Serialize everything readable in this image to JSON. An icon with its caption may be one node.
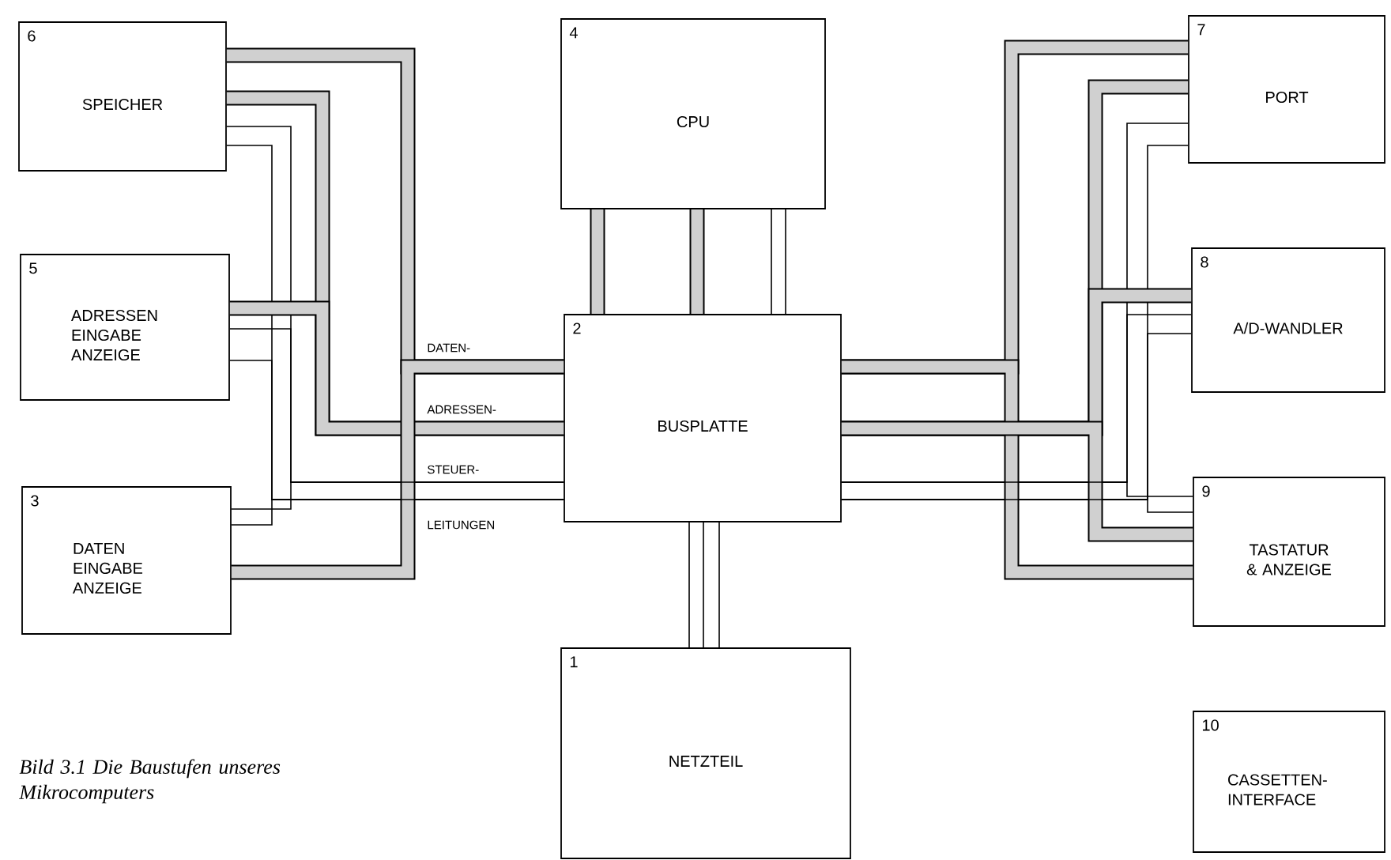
{
  "diagram": {
    "caption": "Bild 3.1 Die Baustufen unseres Mikrocomputers",
    "nodes": [
      {
        "text": [
          "6",
          "SPEICHER"
        ]
      },
      {
        "text": [
          "4",
          "CPU"
        ]
      },
      {
        "text": [
          "7",
          "PORT"
        ]
      },
      {
        "text": [
          "5",
          "ADRESSEN EINGABE ANZEIGE"
        ]
      },
      {
        "text": [
          "2",
          "BUSPLATTE"
        ]
      },
      {
        "text": [
          "8",
          "A/D-WANDLER"
        ]
      },
      {
        "text": [
          "3",
          "DATEN EINGABE ANZEIGE"
        ]
      },
      {
        "text": [
          "9",
          "TASTATUR & ANZEIGE"
        ]
      },
      {
        "text": [
          "1",
          "NETZTEIL"
        ]
      },
      {
        "text": [
          "10",
          "CASSETTEN-INTERFACE"
        ]
      }
    ],
    "edges": [
      {
        "from": 0,
        "to": 4,
        "arrow": "none",
        "style": "thick"
      },
      {
        "from": 0,
        "to": 4,
        "arrow": "none",
        "style": "thick"
      },
      {
        "from": 0,
        "to": 4,
        "arrow": "none"
      },
      {
        "from": 0,
        "to": 4,
        "arrow": "none"
      },
      {
        "from": 3,
        "to": 4,
        "arrow": "none",
        "style": "thick"
      },
      {
        "from": 3,
        "to": 4,
        "arrow": "none"
      },
      {
        "from": 3,
        "to": 4,
        "arrow": "none"
      },
      {
        "from": 6,
        "to": 4,
        "arrow": "none",
        "style": "thick"
      },
      {
        "from": 6,
        "to": 4,
        "arrow": "none"
      },
      {
        "from": 6,
        "to": 4,
        "arrow": "none"
      },
      {
        "from": 1,
        "to": 4,
        "arrow": "none",
        "style": "thick"
      },
      {
        "from": 1,
        "to": 4,
        "arrow": "none",
        "style": "thick"
      },
      {
        "from": 1,
        "to": 4,
        "arrow": "none"
      },
      {
        "from": 1,
        "to": 4,
        "arrow": "none"
      },
      {
        "from": 8,
        "to": 4,
        "arrow": "none"
      },
      {
        "from": 8,
        "to": 4,
        "arrow": "none"
      },
      {
        "from": 8,
        "to": 4,
        "arrow": "none"
      },
      {
        "from": 4,
        "to": 2,
        "arrow": "none",
        "style": "thick"
      },
      {
        "from": 4,
        "to": 2,
        "arrow": "none",
        "style": "thick"
      },
      {
        "from": 4,
        "to": 2,
        "arrow": "none"
      },
      {
        "from": 4,
        "to": 2,
        "arrow": "none"
      },
      {
        "from": 4,
        "to": 5,
        "arrow": "none",
        "style": "thick"
      },
      {
        "from": 4,
        "to": 5,
        "arrow": "none"
      },
      {
        "from": 4,
        "to": 5,
        "arrow": "none"
      },
      {
        "from": 4,
        "to": 7,
        "arrow": "none",
        "style": "thick"
      },
      {
        "from": 4,
        "to": 7,
        "arrow": "none",
        "style": "thick"
      },
      {
        "from": 4,
        "to": 7,
        "arrow": "none"
      },
      {
        "from": 4,
        "to": 7,
        "arrow": "none"
      }
    ],
    "labels": [
      "DATEN-",
      "ADRESSEN-",
      "STEUER-",
      "LEITUNGEN"
    ]
  }
}
